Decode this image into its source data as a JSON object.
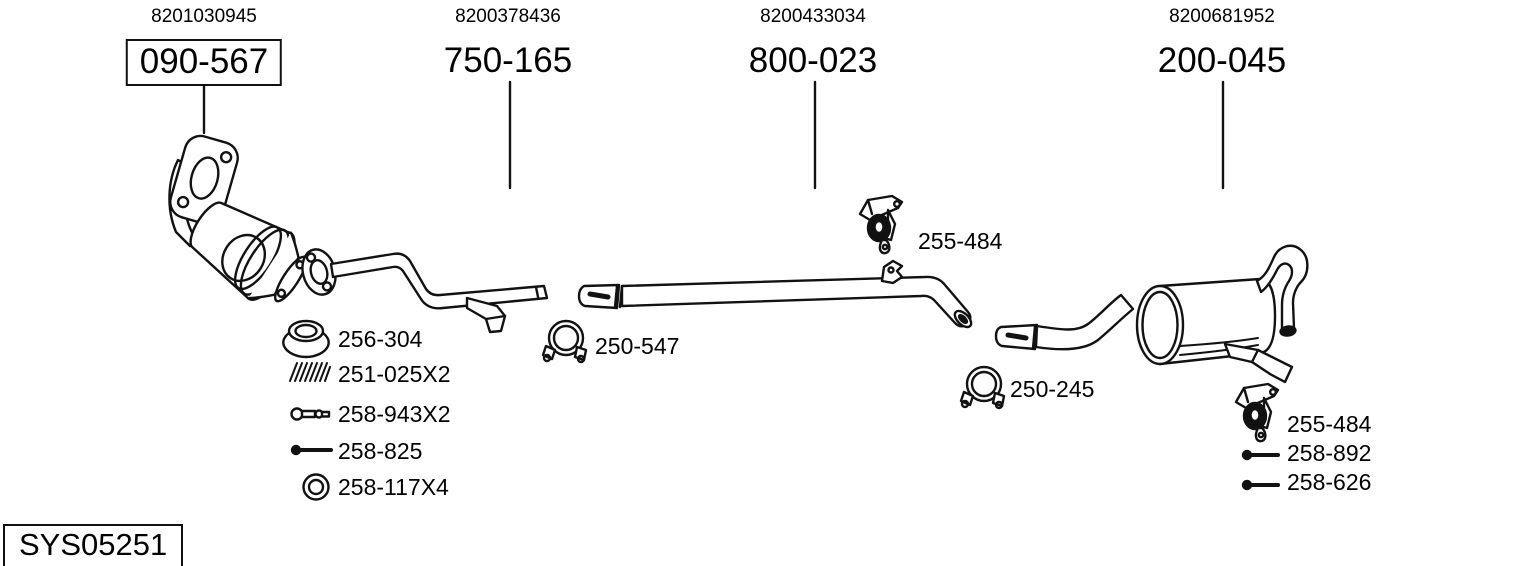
{
  "colors": {
    "line": "#121212",
    "background": "#ffffff",
    "text": "#000000"
  },
  "assemblies": [
    {
      "oem": "8201030945",
      "part": "090-567",
      "boxed": true,
      "component": "catalytic-converter"
    },
    {
      "oem": "8200378436",
      "part": "750-165",
      "boxed": false,
      "component": "front-pipe"
    },
    {
      "oem": "8200433034",
      "part": "800-023",
      "boxed": false,
      "component": "centre-pipe"
    },
    {
      "oem": "8200681952",
      "part": "200-045",
      "boxed": false,
      "component": "rear-silencer"
    }
  ],
  "parts": {
    "left": [
      {
        "icon": "gasket-ring-icon",
        "label": "256-304"
      },
      {
        "icon": "spring-icon",
        "label": "251-025X2"
      },
      {
        "icon": "bolt-short-icon",
        "label": "258-943X2"
      },
      {
        "icon": "bolt-long-icon",
        "label": "258-825"
      },
      {
        "icon": "washer-icon",
        "label": "258-117X4"
      }
    ],
    "mid_clamp": {
      "icon": "clamp-icon",
      "label": "250-547"
    },
    "top_hanger": {
      "icon": "hanger-icon",
      "label": "255-484"
    },
    "rear_clamp": {
      "icon": "clamp-icon",
      "label": "250-245"
    },
    "right": [
      {
        "icon": "hanger-icon",
        "label": "255-484"
      },
      {
        "icon": "bolt-long-icon",
        "label": "258-892"
      },
      {
        "icon": "bolt-long-icon",
        "label": "258-626"
      }
    ]
  },
  "system_code": "SYS05251"
}
